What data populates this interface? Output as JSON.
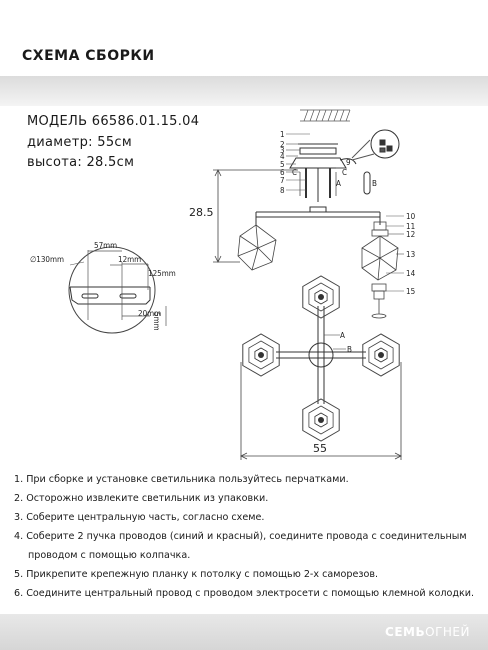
{
  "header": {
    "title": "СХЕМА СБОРКИ"
  },
  "specs": {
    "model": "МОДЕЛЬ 66586.01.15.04",
    "diameter": "диаметр: 55см",
    "height": "высота: 28.5см"
  },
  "diagram": {
    "dims": {
      "d130": "∅130mm",
      "d57": "57mm",
      "d12": "12mm",
      "d125": "125mm",
      "d20": "20mm",
      "d5": "5mm",
      "h285": "28.5",
      "w55": "55"
    },
    "callouts": [
      "1",
      "2",
      "3",
      "4",
      "5",
      "6",
      "7",
      "8",
      "9",
      "10",
      "11",
      "12",
      "13",
      "14",
      "15"
    ],
    "letters": {
      "a1": "A",
      "b1": "B",
      "c1": "C",
      "c2": "C",
      "a2": "A",
      "b2": "B"
    }
  },
  "instructions": [
    "1. При сборке и установке светильника пользуйтесь перчатками.",
    "2. Осторожно извлеките светильник из упаковки.",
    "3. Соберите центральную часть, согласно схеме.",
    "4. Соберите 2 пучка проводов (синий и красный), соедините провода с соединительным",
    "проводом с помощью колпачка.",
    "5. Прикрепите крепежную планку к потолку с помощью 2-х саморезов.",
    "6. Соедините центральный провод с проводом электросети с помощью клемной колодки."
  ],
  "footer": {
    "brand_bold": "СЕМЬ",
    "brand_light": "ОГНЕЙ"
  }
}
